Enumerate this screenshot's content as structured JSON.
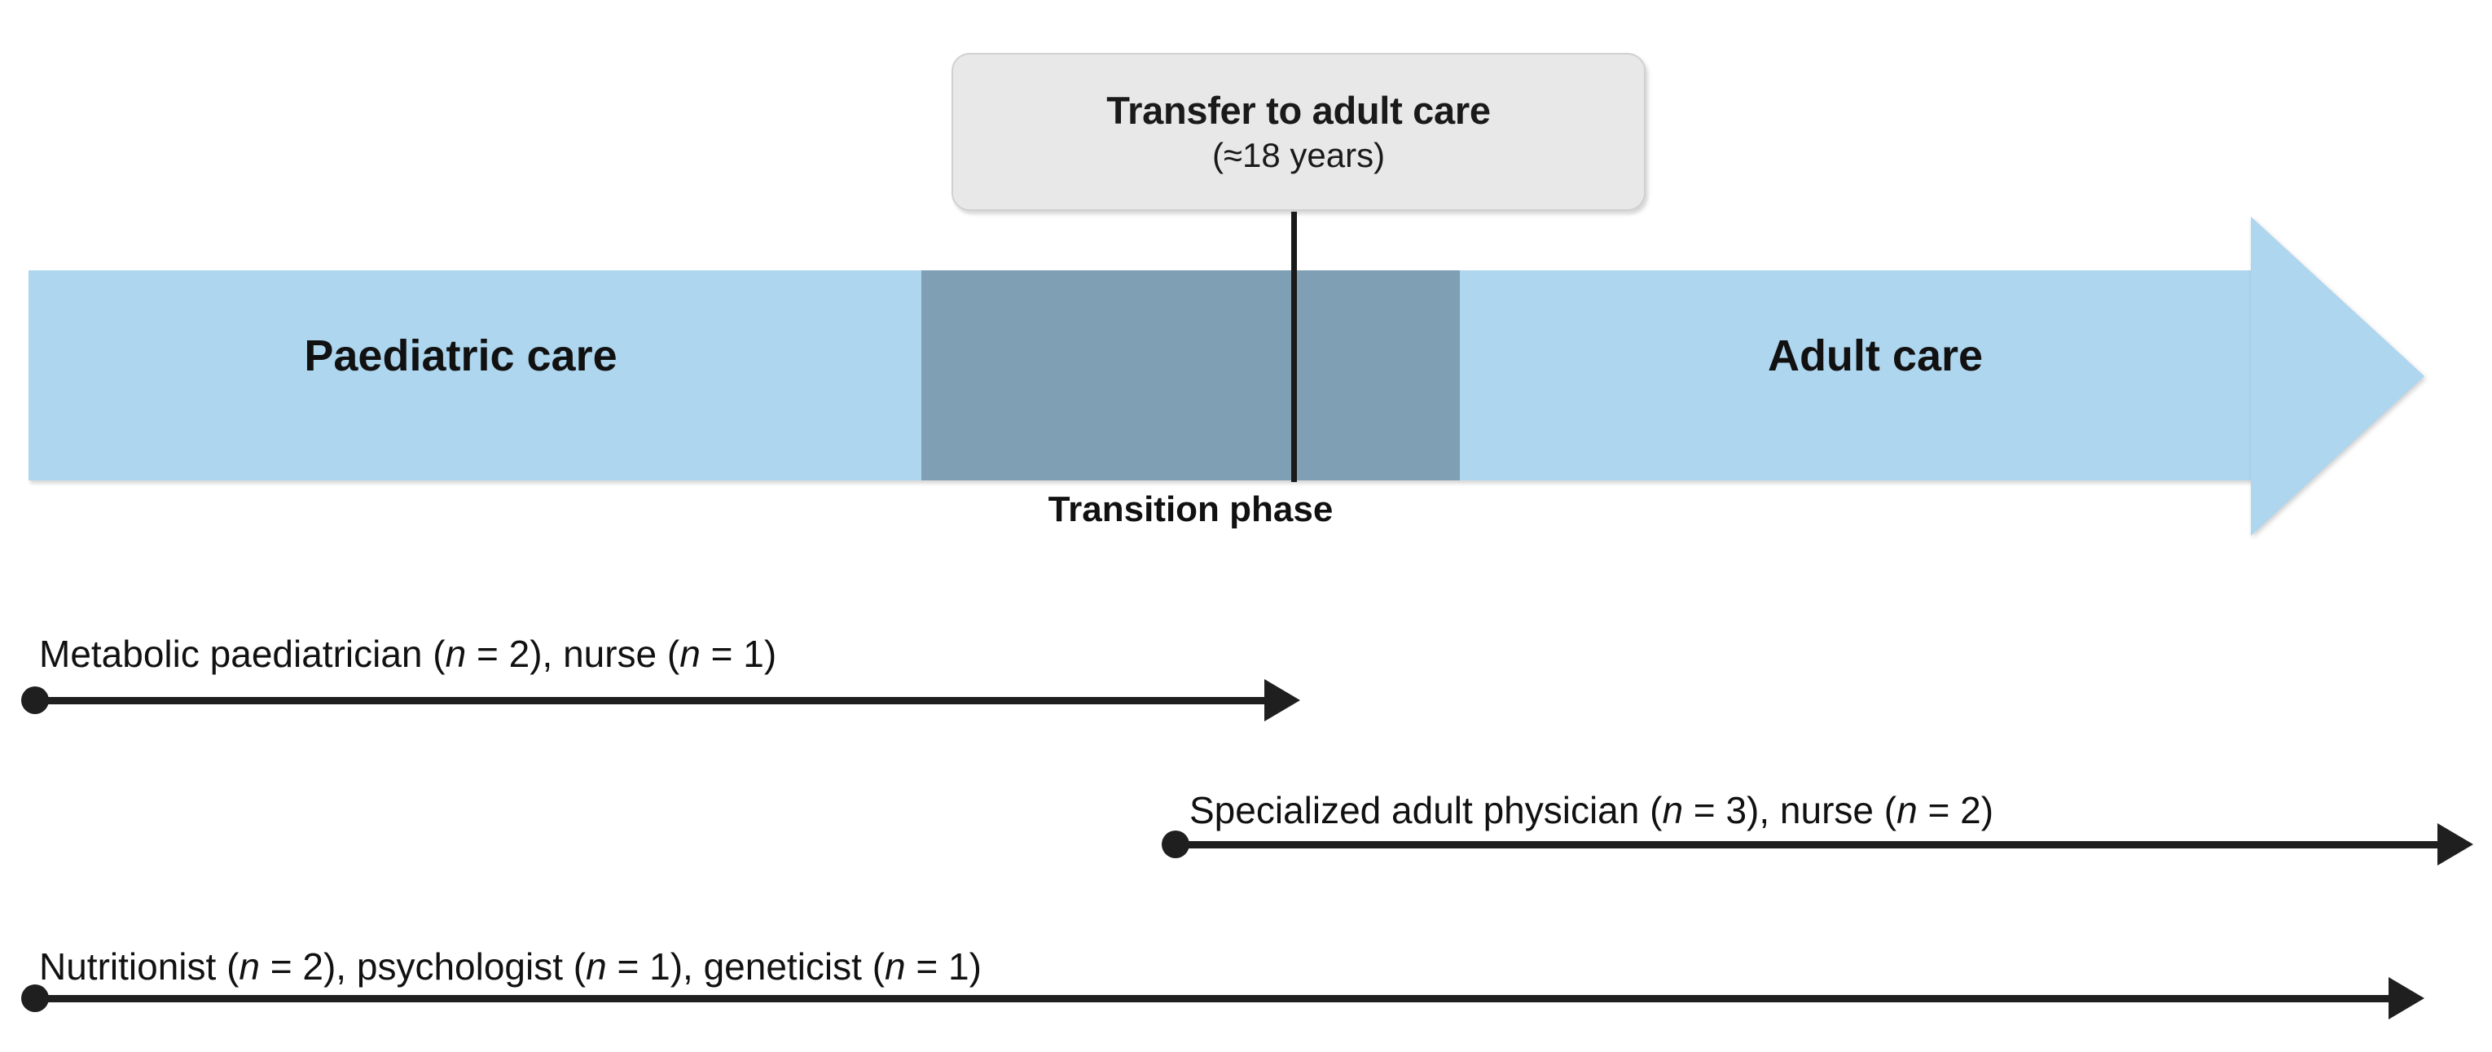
{
  "figure": {
    "title_box": {
      "line1": "Transfer to adult care",
      "line2": "(≈18 years)"
    },
    "timeline": {
      "left_label": "Paediatric care",
      "right_label": "Adult care",
      "middle_label": "Transition phase",
      "colors": {
        "light_blue": "#AED6EF",
        "dark_blue_gray": "#7F9FB5",
        "callout_bg": "#E8E8E8",
        "line_black": "#1F1F1F"
      }
    },
    "provider_rows": [
      {
        "name": "metabolic-paediatrician-row",
        "segments": [
          {
            "text": "Metabolic paediatrician (",
            "italic": false
          },
          {
            "text": "n",
            "italic": true
          },
          {
            "text": " = 2), nurse (",
            "italic": false
          },
          {
            "text": "n",
            "italic": true
          },
          {
            "text": " = 1)",
            "italic": false
          }
        ],
        "full_text": "Metabolic paediatrician (n = 2), nurse (n = 1)"
      },
      {
        "name": "specialized-adult-physician-row",
        "segments": [
          {
            "text": "Specialized adult physician (",
            "italic": false
          },
          {
            "text": "n",
            "italic": true
          },
          {
            "text": " = 3), nurse (",
            "italic": false
          },
          {
            "text": "n",
            "italic": true
          },
          {
            "text": " = 2)",
            "italic": false
          }
        ],
        "full_text": "Specialized adult physician (n = 3), nurse (n = 2)"
      },
      {
        "name": "nutritionist-psychologist-geneticist-row",
        "segments": [
          {
            "text": "Nutritionist (",
            "italic": false
          },
          {
            "text": "n",
            "italic": true
          },
          {
            "text": " = 2), psychologist (",
            "italic": false
          },
          {
            "text": "n",
            "italic": true
          },
          {
            "text": " = 1), geneticist (",
            "italic": false
          },
          {
            "text": "n",
            "italic": true
          },
          {
            "text": " = 1)",
            "italic": false
          }
        ],
        "full_text": "Nutritionist (n = 2), psychologist (n = 1), geneticist (n = 1)"
      }
    ]
  }
}
